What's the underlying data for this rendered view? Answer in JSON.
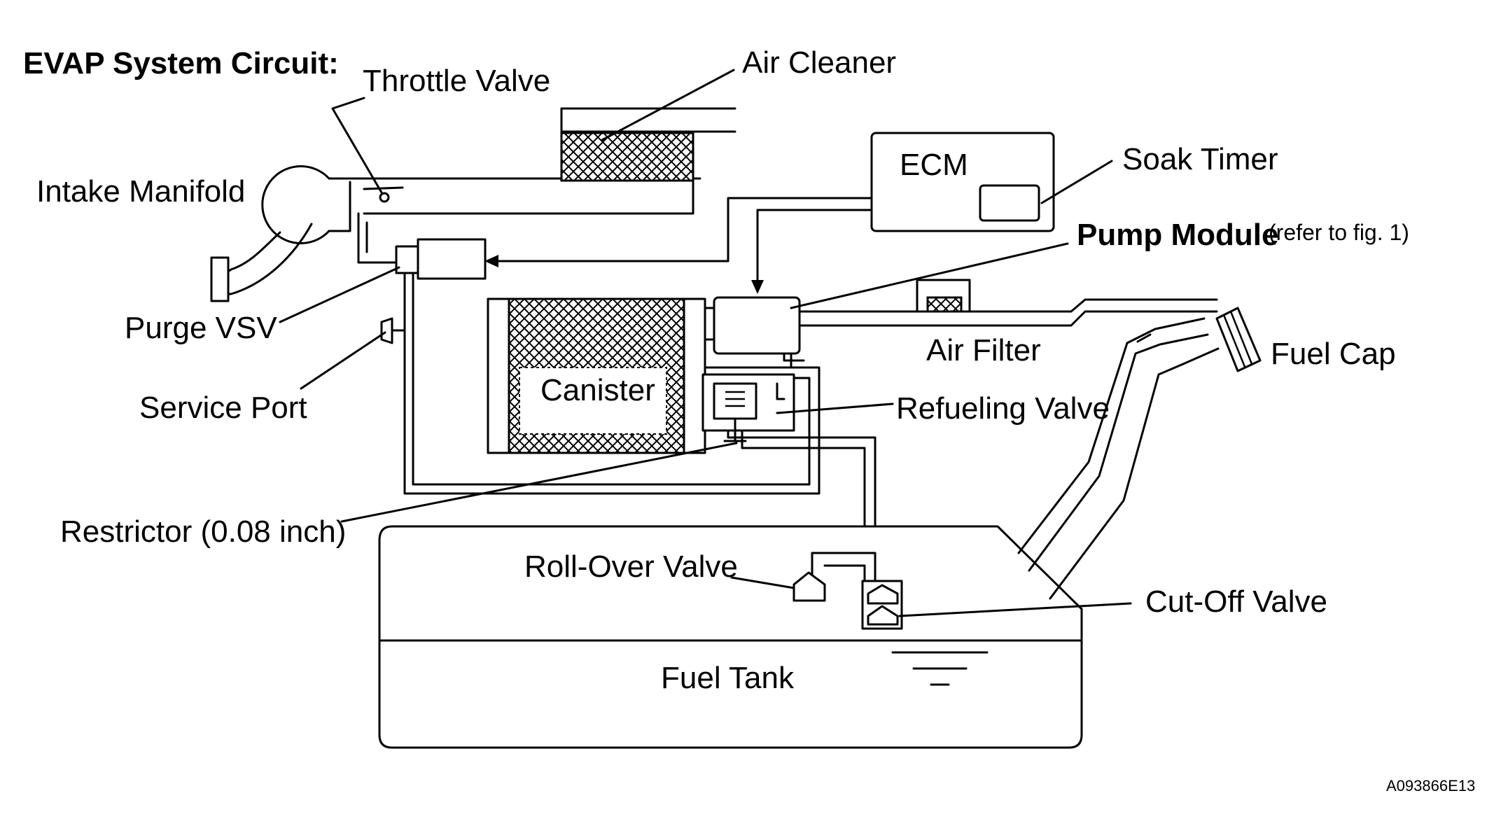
{
  "title": "EVAP System Circuit:",
  "labels": {
    "throttle_valve": "Throttle Valve",
    "air_cleaner": "Air Cleaner",
    "intake_manifold": "Intake Manifold",
    "ecm": "ECM",
    "soak_timer": "Soak Timer",
    "pump_module": "Pump Module",
    "pump_module_ref": "(refer to fig. 1)",
    "purge_vsv": "Purge VSV",
    "air_filter": "Air Filter",
    "fuel_cap": "Fuel Cap",
    "service_port": "Service Port",
    "canister": "Canister",
    "refueling_valve": "Refueling Valve",
    "restrictor": "Restrictor (0.08 inch)",
    "roll_over_valve": "Roll-Over Valve",
    "cut_off_valve": "Cut-Off Valve",
    "fuel_tank": "Fuel Tank"
  },
  "figure_id": "A093866E13"
}
